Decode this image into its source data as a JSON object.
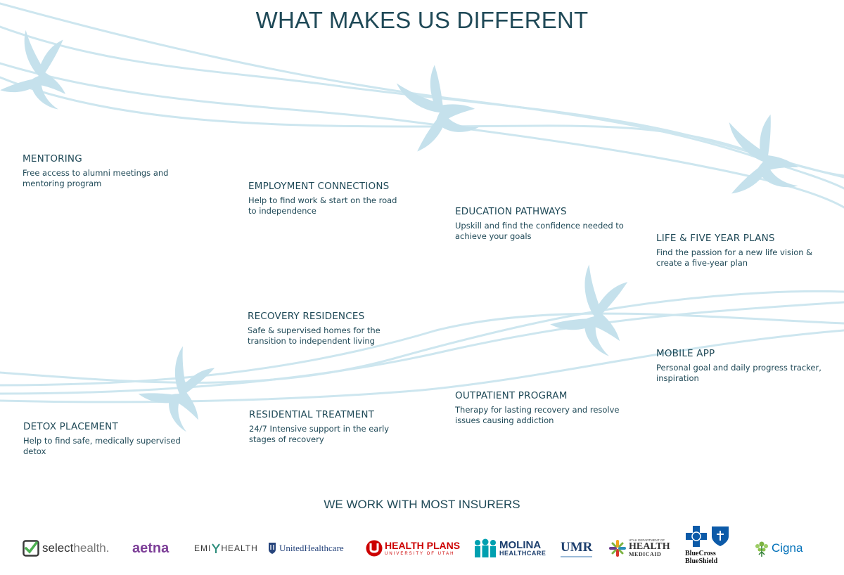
{
  "page": {
    "title": "WHAT MAKES US DIFFERENT"
  },
  "features": [
    {
      "title": "MENTORING",
      "description": "Free access to alumni meetings and mentoring program"
    },
    {
      "title": "EMPLOYMENT CONNECTIONS",
      "description": "Help to find work & start on the road to independence"
    },
    {
      "title": "EDUCATION PATHWAYS",
      "description": "Upskill and find the confidence needed to achieve your goals"
    },
    {
      "title": "LIFE & FIVE YEAR PLANS",
      "description": "Find the passion for a new life vision & create a five-year plan"
    },
    {
      "title": "RECOVERY RESIDENCES",
      "description": "Safe & supervised homes for the transition to independent living"
    },
    {
      "title": "MOBILE APP",
      "description": "Personal goal and daily progress tracker, inspiration"
    },
    {
      "title": "OUTPATIENT PROGRAM",
      "description": "Therapy for lasting recovery and resolve issues causing addiction"
    },
    {
      "title": "RESIDENTIAL TREATMENT",
      "description": "24/7 Intensive support in the early stages of recovery"
    },
    {
      "title": "DETOX PLACEMENT",
      "description": "Help to find safe, medically supervised detox"
    }
  ],
  "insurers": {
    "heading": "WE WORK WITH MOST INSURERS",
    "logos": {
      "selecthealth": {
        "a": "select",
        "b": "health",
        "c": "."
      },
      "aetna": "aetna",
      "emihealth": {
        "a": "EMI",
        "b": "HEALTH"
      },
      "united": "UnitedHealthcare",
      "uofu": {
        "main": "HEALTH PLANS",
        "sub": "UNIVERSITY OF UTAH"
      },
      "molina": {
        "main": "MOLINA",
        "sub": "HEALTHCARE"
      },
      "umr": "UMR",
      "utahmedicaid": {
        "top": "UTAH DEPARTMENT OF",
        "main": "HEALTH",
        "sub": "MEDICAID"
      },
      "bcbs": {
        "line1": "BlueCross",
        "line2": "BlueShield"
      },
      "cigna": "Cigna"
    }
  },
  "colors": {
    "heading": "#1f4957",
    "wave": "#cde6ef",
    "bird": "#c5e1ec",
    "aetna": "#7d3f98",
    "uofu": "#cc0000",
    "bcbs": "#0c5aa8",
    "cigna": "#0070b9",
    "molina": "#00a0b0"
  },
  "icons": [
    "bird-silhouette",
    "checkmark-icon",
    "utah-u-icon",
    "people-icon",
    "star-icon",
    "cross-icon",
    "shield-icon",
    "tree-icon"
  ]
}
